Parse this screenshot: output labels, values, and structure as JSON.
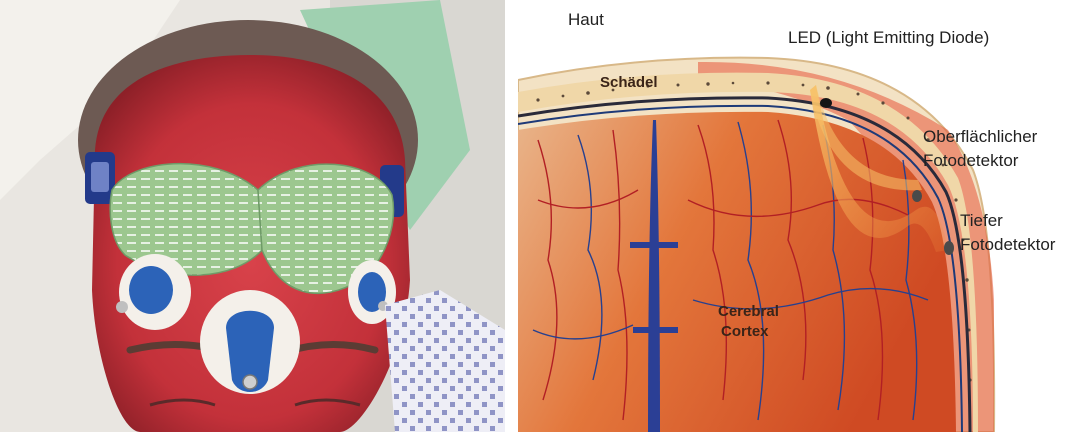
{
  "diagram": {
    "labels": {
      "skin": "Haut",
      "led": "LED (Light Emitting Diode)",
      "skull": "Schädel",
      "shallow_detector_line1": "Oberflächlicher",
      "shallow_detector_line2": "Fotodetektor",
      "deep_detector_line1": "Tiefer",
      "deep_detector_line2": "Fotodetektor",
      "cortex_line1": "Cerebral",
      "cortex_line2": "Cortex"
    }
  },
  "photo": {
    "subject": "forehead-with-nirs-sensors-and-ecg-electrodes"
  },
  "colors": {
    "skin_red": "#c8353a",
    "sensor_pad": "#8fbf83",
    "electrode_blue": "#2c63b8",
    "bone": "#f0d7a8",
    "brain_orange": "#e0743a",
    "vessel_blue": "#27408f",
    "vessel_red": "#b21f24"
  }
}
